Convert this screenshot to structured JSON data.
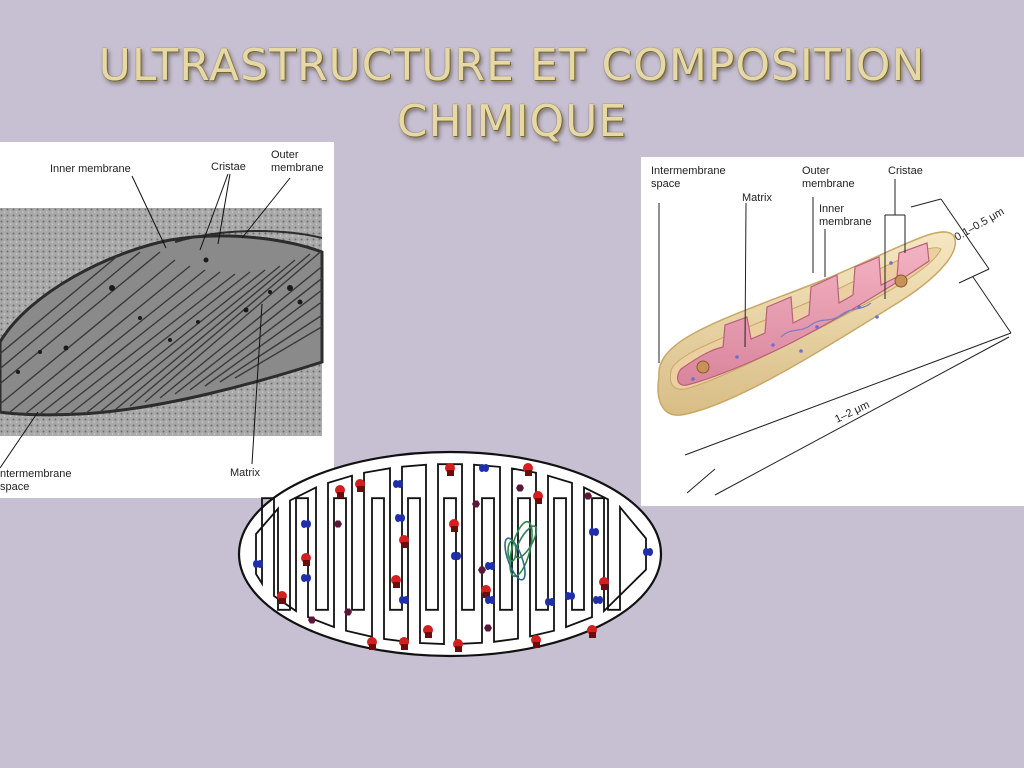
{
  "slide": {
    "title_line1": "ULTRASTRUCTURE ET COMPOSITION",
    "title_line2": "CHIMIQUE"
  },
  "em_micrograph": {
    "labels": {
      "inner_membrane": "Inner membrane",
      "cristae": "Cristae",
      "outer_membrane_1": "Outer",
      "outer_membrane_2": "membrane",
      "intermembrane_1": "ntermembrane",
      "intermembrane_2": "space",
      "matrix": "Matrix"
    }
  },
  "illustration": {
    "labels": {
      "intermembrane_1": "Intermembrane",
      "intermembrane_2": "space",
      "matrix": "Matrix",
      "outer_1": "Outer",
      "outer_2": "membrane",
      "inner_1": "Inner",
      "inner_2": "membrane",
      "cristae": "Cristae",
      "width_dim": "0.1–0.5 μm",
      "length_dim": "1–2 μm"
    }
  },
  "colors": {
    "background": "#c7c0d2",
    "title": "#e6d9a6",
    "protein_red": "#d21f1f",
    "protein_blue": "#1f2fa8",
    "protein_purple": "#5a1838",
    "dna_green": "#2b8a4a"
  }
}
